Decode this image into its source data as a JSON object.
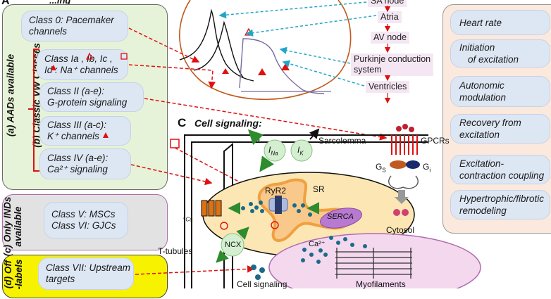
{
  "header": {
    "panel_a_letter": "A",
    "panel_a_title_fragment": "...ing",
    "panel_c_letter": "C",
    "panel_c_title": "Cell signaling:"
  },
  "panel_ab": {
    "label_a": "(a) AADs available",
    "label_b": "(b) Classic VW Classes",
    "items": [
      {
        "line1": "Class 0: Pacemaker",
        "line2": "channels"
      },
      {
        "line1": "Class Ia , Ib, Ic ,",
        "line2": "Id : Na⁺ channels"
      },
      {
        "line1": "Class II (a-e):",
        "line2": "G-protein signaling"
      },
      {
        "line1": "Class III (a-c):",
        "line2": "K⁺ channels"
      },
      {
        "line1": "Class IV (a-e):",
        "line2": "Ca²⁺ signaling"
      }
    ]
  },
  "panel_c_inds": {
    "label_line1": "(c) Only INDs",
    "label_line2": "available",
    "line1": "Class V: MSCs",
    "line2": "Class VI:  GJCs"
  },
  "panel_d_off": {
    "label_line1": "(d) Off",
    "label_line2": "-labels",
    "line1": "Class VII:  Upstream",
    "line2": "targets"
  },
  "conduction": {
    "items": [
      "SA node",
      "Atria",
      "AV node",
      "Purkinje conduction",
      "system",
      "Ventricles"
    ]
  },
  "targets": {
    "items": [
      {
        "line1": "Heart rate",
        "line2": ""
      },
      {
        "line1": "Initiation",
        "line2": "of excitation"
      },
      {
        "line1": "Autonomic",
        "line2": "modulation"
      },
      {
        "line1": "Recovery from",
        "line2": "excitation"
      },
      {
        "line1": "Excitation-",
        "line2": "contraction coupling"
      },
      {
        "line1": "Hypertrophic/fibrotic",
        "line2": "remodeling"
      }
    ]
  },
  "cell": {
    "sarcolemma": "Sarcolemma",
    "gpcrs": "GPCRs",
    "i_na": "I",
    "i_na_sub": "Na",
    "i_k": "I",
    "i_k_sub": "K",
    "g_s": "G",
    "g_s_sub": "S",
    "g_i": "G",
    "g_i_sub": "i",
    "ryr2": "RyR2",
    "sr": "SR",
    "serca": "SERCA",
    "i_ca": "I",
    "i_ca_sub": "Ca",
    "ncx": "NCX",
    "ca": "Ca²⁺",
    "cytosol": "Cytosol",
    "t_tubules": "T-tubules",
    "myofilaments": "Myofilaments",
    "cell_signaling": "Cell signaling"
  },
  "colors": {
    "green_panel": "#e6f3d8",
    "gray_panel": "#e2e2e2",
    "yellow_panel": "#f7f200",
    "peach_panel": "#fbe9dd",
    "pill": "#dde6f3",
    "red": "#e01010",
    "cyan": "#21a6c8",
    "sr_orange": "#f0a040"
  }
}
